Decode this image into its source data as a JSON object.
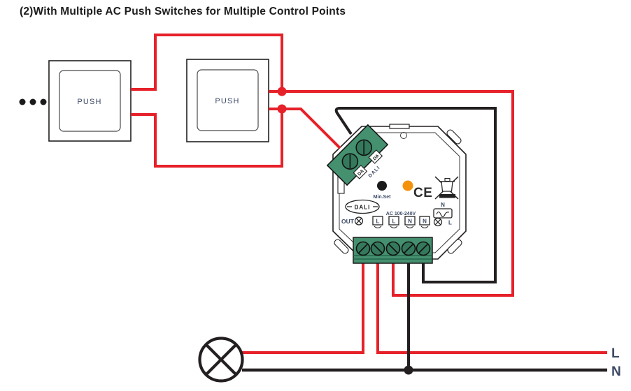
{
  "title": "(2)With Multiple AC Push Switches for Multiple Control Points",
  "push_switches": {
    "switch1_label": "PUSH",
    "switch2_label": "PUSH"
  },
  "device": {
    "dali_port": {
      "terminal1": "DA",
      "terminal2": "DA",
      "bus": "DALI"
    },
    "min_set_label": "Min.Set",
    "ce_mark": "CE",
    "brand_logo": "DALI",
    "power_rating": "AC 100-240V",
    "out_label": "OUT",
    "terminal_labels": [
      "L",
      "L",
      "N",
      "N"
    ],
    "relay_top_label": "N",
    "relay_bottom_label": "L"
  },
  "mains": {
    "live_label": "L",
    "neutral_label": "N"
  },
  "colors": {
    "wire_live": "#e62129",
    "wire_neutral": "#231f20",
    "terminal_green": "#44906f",
    "screw_green": "#35795c",
    "indicator_orange": "#f5920d",
    "label_ink": "#3d4a66"
  }
}
